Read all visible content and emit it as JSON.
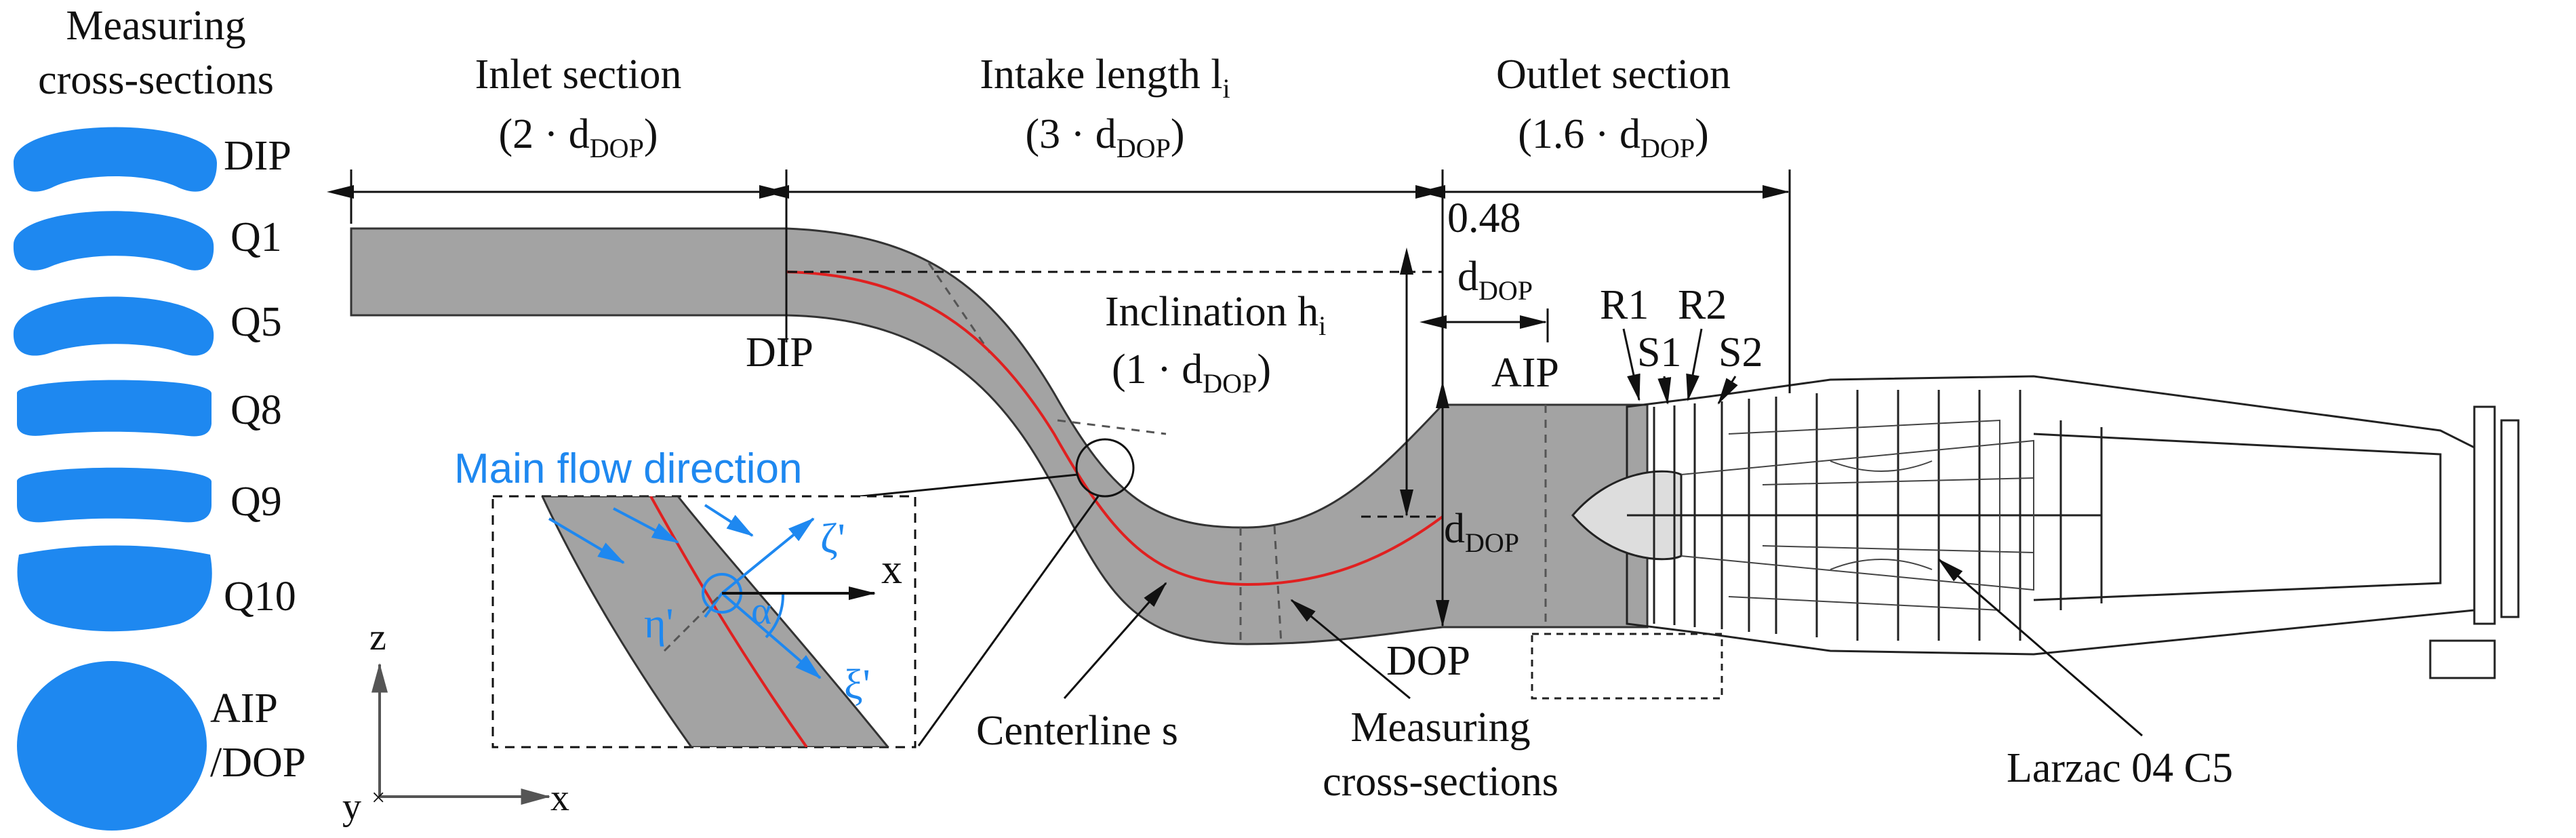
{
  "colors": {
    "duct": "#a3a3a3",
    "centerline": "#e02020",
    "accent_blue": "#1e88f0",
    "ink": "#111111"
  },
  "left_panel": {
    "title_line1": "Measuring",
    "title_line2": "cross-sections",
    "sections": [
      "DIP",
      "Q1",
      "Q5",
      "Q8",
      "Q9",
      "Q10"
    ],
    "last_line1": "AIP",
    "last_line2": "/DOP"
  },
  "dimensions": {
    "inlet": {
      "label": "Inlet section",
      "open": "(2 · d",
      "sub": "DOP",
      "close": ")"
    },
    "intake": {
      "label": "Intake length l",
      "label_sub": "i",
      "open": "(3 · d",
      "sub": "DOP",
      "close": ")"
    },
    "outlet": {
      "label": "Outlet section",
      "open": "(1.6 · d",
      "sub": "DOP",
      "close": ")"
    },
    "offset_value": "0.48",
    "offset_d": "d",
    "offset_sub": "DOP",
    "inclination": {
      "label": "Inclination h",
      "label_sub": "i",
      "open": "(1 · d",
      "sub": "DOP",
      "close": ")"
    },
    "diameter_d": "d",
    "diameter_sub": "DOP"
  },
  "labels": {
    "dip": "DIP",
    "aip": "AIP",
    "dop": "DOP",
    "r1": "R1",
    "s1": "S1",
    "r2": "R2",
    "s2": "S2",
    "centerline": "Centerline s",
    "meas_line1": "Measuring",
    "meas_line2": "cross-sections",
    "engine": "Larzac 04 C5"
  },
  "inset": {
    "title": "Main flow direction",
    "x_axis": "x",
    "zeta": "ζ'",
    "eta": "η'",
    "xi": "ξ'",
    "alpha": "α"
  },
  "axes": {
    "z": "z",
    "y": "y",
    "x": "x"
  }
}
